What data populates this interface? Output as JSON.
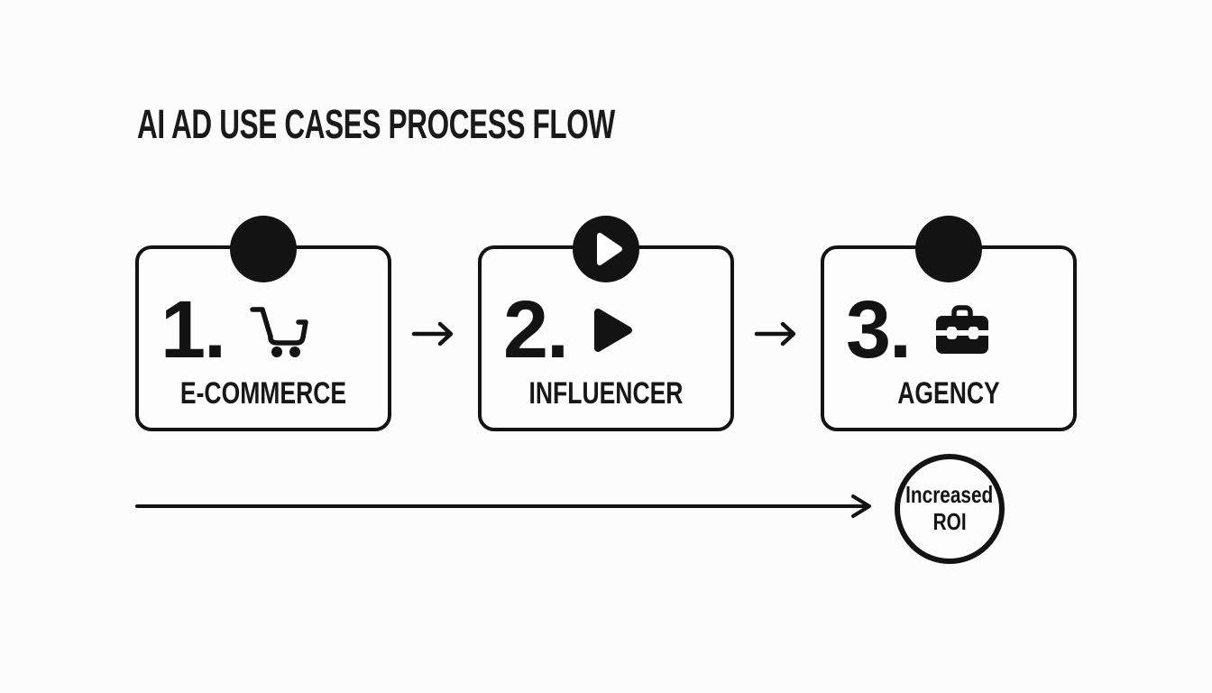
{
  "title": "AI AD USE CASES PROCESS FLOW",
  "colors": {
    "ink": "#131313",
    "background": "#fcfcfc"
  },
  "steps": [
    {
      "number": "1.",
      "label": "E-COMMERCE",
      "icon": "shopping-cart-icon",
      "badge": "filled-circle"
    },
    {
      "number": "2.",
      "label": "INFLUENCER",
      "icon": "play-icon",
      "badge": "play-circle"
    },
    {
      "number": "3.",
      "label": "AGENCY",
      "icon": "briefcase-icon",
      "badge": "filled-circle"
    }
  ],
  "connectors": {
    "between_steps": "right-arrow",
    "bottom": "long-right-arrow"
  },
  "result_badge": {
    "line1": "Increased",
    "line2": "ROI"
  }
}
